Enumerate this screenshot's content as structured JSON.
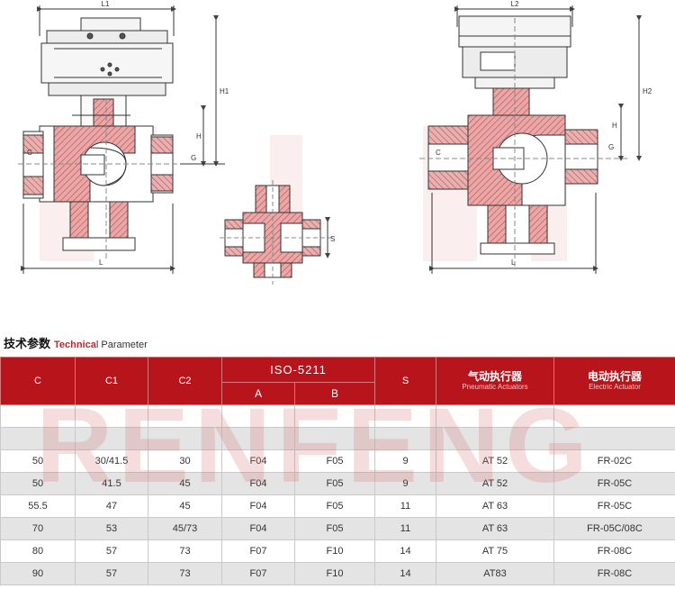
{
  "drawing": {
    "dim_l1": "L1",
    "dim_l2": "L2",
    "dim_h": "H",
    "dim_h1": "H1",
    "dim_h2": "H2",
    "dim_g": "G",
    "dim_l": "L",
    "dim_c": "C",
    "dim_s": "S"
  },
  "section": {
    "title_cn": "技术参数",
    "title_en_highlight": "Technica",
    "title_en_rest": "l Parameter"
  },
  "watermark": "RENFENG",
  "table": {
    "headers": {
      "c": "C",
      "c1": "C1",
      "c2": "C2",
      "iso": "ISO-5211",
      "a": "A",
      "b": "B",
      "s": "S",
      "pneumatic_cn": "气动执行器",
      "pneumatic_en": "Pneumatic Actuators",
      "electric_cn": "电动执行器",
      "electric_en": "Electric Actuator"
    },
    "rows": [
      [
        "",
        "",
        "",
        "",
        "",
        "",
        "",
        ""
      ],
      [
        "",
        "",
        "",
        "",
        "",
        "",
        "",
        ""
      ],
      [
        "50",
        "30/41.5",
        "30",
        "F04",
        "F05",
        "9",
        "AT 52",
        "FR-02C"
      ],
      [
        "50",
        "41.5",
        "45",
        "F04",
        "F05",
        "9",
        "AT 52",
        "FR-05C"
      ],
      [
        "55.5",
        "47",
        "45",
        "F04",
        "F05",
        "11",
        "AT 63",
        "FR-05C"
      ],
      [
        "70",
        "53",
        "45/73",
        "F04",
        "F05",
        "11",
        "AT 63",
        "FR-05C/08C"
      ],
      [
        "80",
        "57",
        "73",
        "F07",
        "F10",
        "14",
        "AT 75",
        "FR-08C"
      ],
      [
        "90",
        "57",
        "73",
        "F07",
        "F10",
        "14",
        "AT83",
        "FR-08C"
      ]
    ]
  }
}
